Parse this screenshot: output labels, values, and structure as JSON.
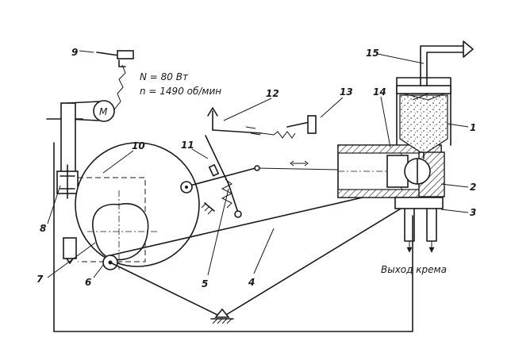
{
  "labels": {
    "formula_power": "N = 80 Вт",
    "formula_speed": "n = 1490 об/мин",
    "motor": "M",
    "output": "Выход крема"
  },
  "callouts": [
    "1",
    "2",
    "3",
    "4",
    "5",
    "6",
    "7",
    "8",
    "9",
    "10",
    "11",
    "12",
    "13",
    "14",
    "15"
  ]
}
